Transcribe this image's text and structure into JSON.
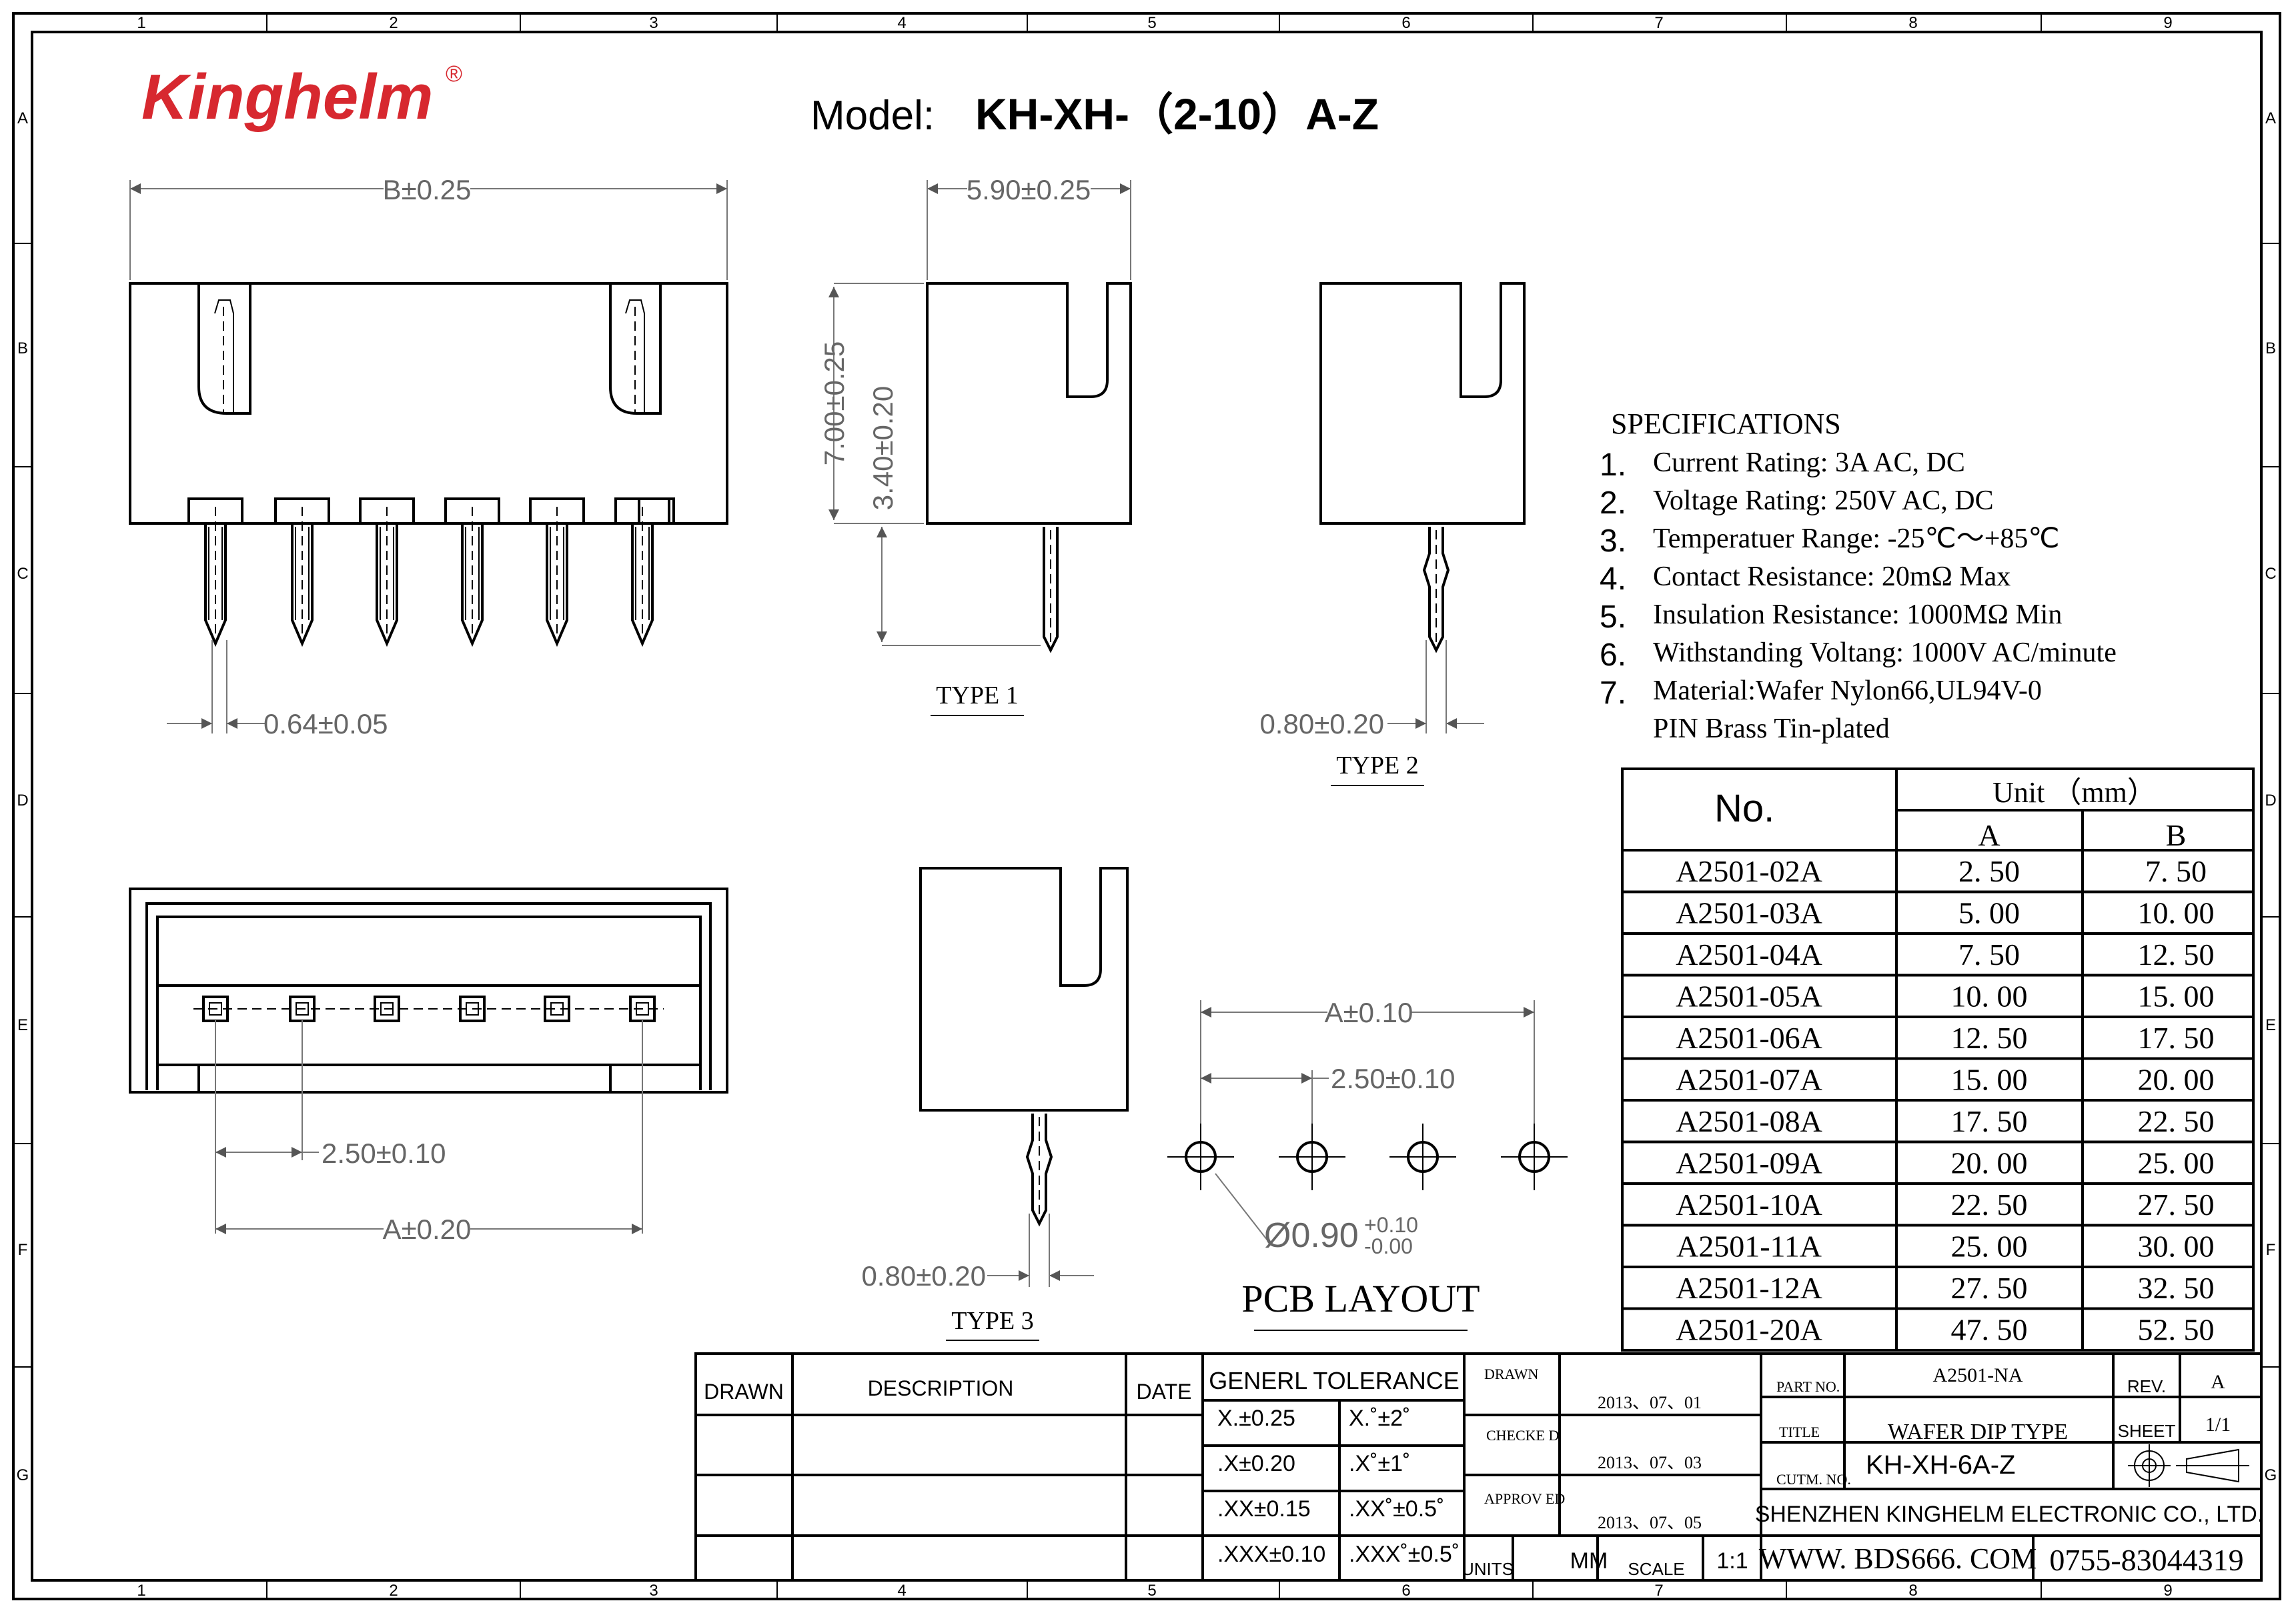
{
  "brand": {
    "name": "Kinghelm",
    "mark": "®",
    "color": "#d7282f"
  },
  "model": {
    "label": "Model:",
    "value": "KH-XH-（2-10）A-Z"
  },
  "frame": {
    "col_labels": [
      "1",
      "2",
      "3",
      "4",
      "5",
      "6",
      "7",
      "8",
      "9"
    ],
    "row_labels": [
      "A",
      "B",
      "C",
      "D",
      "E",
      "F",
      "G"
    ]
  },
  "dims": {
    "b": "B±0.25",
    "pin_w": "0.64±0.05",
    "width": "5.90±0.25",
    "height": "7.00±0.25",
    "pin_len": "3.40±0.20",
    "pin_t2": "0.80±0.20",
    "pin_t3": "0.80±0.20",
    "pitch": "2.50±0.10",
    "a_bottom": "A±0.20",
    "a_pcb": "A±0.10",
    "pitch_pcb": "2.50±0.10",
    "hole": "Ø0.90",
    "hole_tol_up": "+0.10",
    "hole_tol_dn": "-0.00"
  },
  "labels": {
    "type1": "TYPE 1",
    "type2": "TYPE 2",
    "type3": "TYPE 3",
    "pcb": "PCB LAYOUT"
  },
  "specs": {
    "title": "SPECIFICATIONS",
    "items": [
      {
        "n": "1.",
        "text": "Current Rating: 3A AC, DC"
      },
      {
        "n": "2.",
        "text": "Voltage Rating: 250V AC, DC"
      },
      {
        "n": "3.",
        "text": "Temperatuer Range: -25℃～+85℃"
      },
      {
        "n": "4.",
        "text": "Contact Resistance: 20mΩ Max"
      },
      {
        "n": "5.",
        "text": "Insulation Resistance: 1000MΩ Min"
      },
      {
        "n": "6.",
        "text": "Withstanding Voltang: 1000V AC/minute"
      },
      {
        "n": "7.",
        "text": "Material:Wafer Nylon66,UL94V-0"
      },
      {
        "n": "",
        "text": "PIN Brass Tin-plated"
      }
    ]
  },
  "table": {
    "no_header": "No.",
    "unit_header": "Unit （mm）",
    "col_a": "A",
    "col_b": "B",
    "rows": [
      {
        "no": "A2501-02A",
        "a": "2. 50",
        "b": "7. 50"
      },
      {
        "no": "A2501-03A",
        "a": "5. 00",
        "b": "10. 00"
      },
      {
        "no": "A2501-04A",
        "a": "7. 50",
        "b": "12. 50"
      },
      {
        "no": "A2501-05A",
        "a": "10. 00",
        "b": "15. 00"
      },
      {
        "no": "A2501-06A",
        "a": "12. 50",
        "b": "17. 50"
      },
      {
        "no": "A2501-07A",
        "a": "15. 00",
        "b": "20. 00"
      },
      {
        "no": "A2501-08A",
        "a": "17. 50",
        "b": "22. 50"
      },
      {
        "no": "A2501-09A",
        "a": "20. 00",
        "b": "25. 00"
      },
      {
        "no": "A2501-10A",
        "a": "22. 50",
        "b": "27. 50"
      },
      {
        "no": "A2501-11A",
        "a": "25. 00",
        "b": "30. 00"
      },
      {
        "no": "A2501-12A",
        "a": "27. 50",
        "b": "32. 50"
      },
      {
        "no": "A2501-20A",
        "a": "47. 50",
        "b": "52. 50"
      }
    ]
  },
  "title_block": {
    "drawn": "DRAWN",
    "description": "DESCRIPTION",
    "date": "DATE",
    "tolerance_header": "GENERL TOLERANCE",
    "tolerances": [
      {
        "lin": "X.±0.25",
        "ang": "X.˚±2˚"
      },
      {
        "lin": ".X±0.20",
        "ang": ".X˚±1˚"
      },
      {
        "lin": ".XX±0.15",
        "ang": ".XX˚±0.5˚"
      },
      {
        "lin": ".XXX±0.10",
        "ang": ".XXX˚±0.5˚"
      }
    ],
    "drawn_label": "DRAWN",
    "drawn_date": "2013、07、01",
    "checked_label": "CHECKE D",
    "checked_date": "2013、07、03",
    "approved_label": "APPROV ED",
    "approved_date": "2013、07、05",
    "units_label": "UNITS",
    "units_value": "MM",
    "scale_label": "SCALE",
    "scale_value": "1:1",
    "part_no_label": "PART NO.",
    "part_no": "A2501-NA",
    "rev_label": "REV.",
    "rev": "A",
    "title_label": "TITLE",
    "title": "WAFER DIP TYPE",
    "sheet_label": "SHEET",
    "sheet": "1/1",
    "cust_no_label": "CUTM. NO.",
    "cust_no": "KH-XH-6A-Z",
    "company": "SHENZHEN KINGHELM ELECTRONIC CO., LTD.",
    "website": "WWW. BDS666. COM",
    "phone": "0755-83044319"
  }
}
